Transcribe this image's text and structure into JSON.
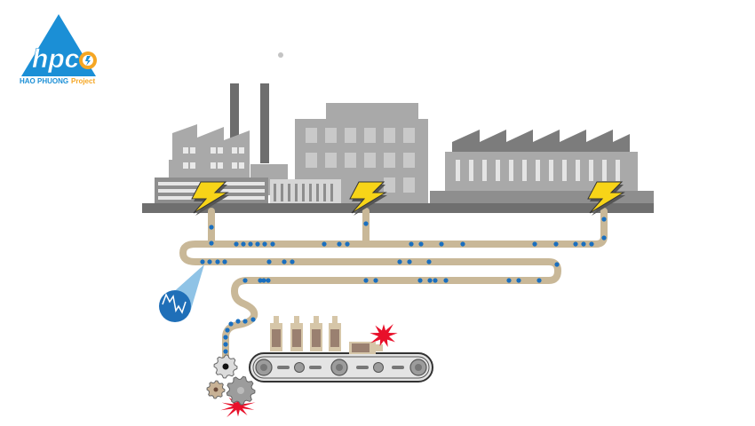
{
  "logo": {
    "mark": "hpc",
    "name_primary": "HAO PHUONG",
    "name_secondary": "Project",
    "colors": {
      "blue": "#1b8fd6",
      "orange": "#f5a623",
      "white": "#ffffff"
    }
  },
  "scene": {
    "description": "Factory power line feeding a production line; power quality disturbance causing machinery failure",
    "colors": {
      "building_light": "#a9a9a9",
      "building_mid": "#8e8e8e",
      "building_dark": "#6e6e6e",
      "window": "#d4d4d4",
      "ground": "#6f6f6f",
      "pipe": "#c9b898",
      "dot": "#1a6fbf",
      "bolt": "#f7d418",
      "sensor": "#1f6fb8",
      "sensor_beam": "#8fc3e6",
      "spark": "#e8102a",
      "bottle_body": "#d6c6a8",
      "bottle_label": "#9a8070",
      "belt": "#e4e4e4",
      "gear_light": "#dcdcdc",
      "gear_mid": "#9c9c9c",
      "gear_brown": "#c8b296"
    },
    "icons": {
      "bolts": [
        "lightning-bolt-icon",
        "lightning-bolt-icon",
        "lightning-bolt-icon"
      ],
      "sensor": "power-quality-meter-icon",
      "sparks": [
        "spark-burst-icon",
        "spark-burst-icon"
      ],
      "gears": [
        "gear-icon",
        "gear-icon",
        "gear-icon"
      ],
      "bottles_upright": 4,
      "bottles_fallen": 1
    }
  }
}
